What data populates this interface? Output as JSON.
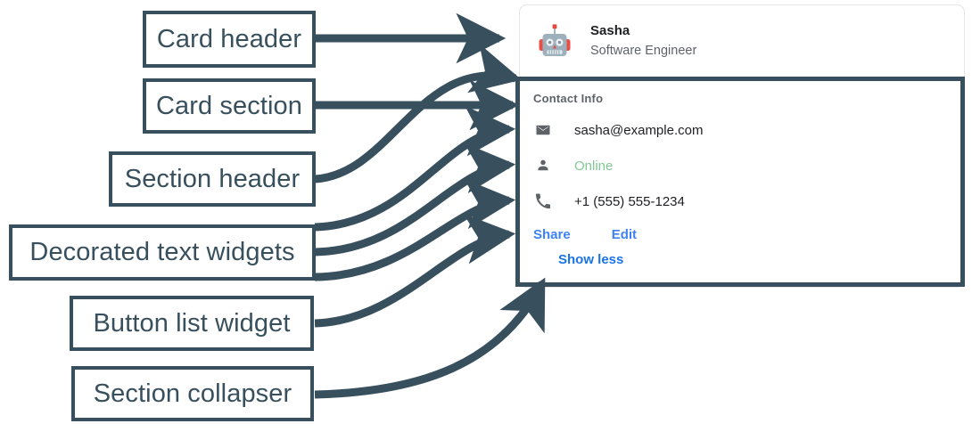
{
  "annotations": [
    {
      "id": "card-header",
      "label": "Card header"
    },
    {
      "id": "card-section",
      "label": "Card section"
    },
    {
      "id": "section-header",
      "label": "Section header"
    },
    {
      "id": "decorated-text",
      "label": "Decorated text widgets"
    },
    {
      "id": "button-list",
      "label": "Button list widget"
    },
    {
      "id": "section-collapser",
      "label": "Section collapser"
    }
  ],
  "card": {
    "header": {
      "avatar_icon": "robot-avatar-icon",
      "title": "Sasha",
      "subtitle": "Software Engineer"
    },
    "section": {
      "title": "Contact Info",
      "rows": [
        {
          "icon": "email-icon",
          "value": "sasha@example.com",
          "color": "#202124"
        },
        {
          "icon": "person-icon",
          "value": "Online",
          "color": "#81c995"
        },
        {
          "icon": "phone-icon",
          "value": "+1 (555) 555-1234",
          "color": "#202124"
        }
      ],
      "buttons": [
        {
          "label": "Share"
        },
        {
          "label": "Edit"
        }
      ],
      "collapser": {
        "label": "Show less"
      }
    }
  },
  "colors": {
    "annotation_stroke": "#38505e",
    "link_blue": "#3d83f5",
    "collapser_blue": "#1a73e8",
    "status_green": "#81c995",
    "icon_gray": "#5f6368",
    "card_border": "#e6e6e6"
  }
}
